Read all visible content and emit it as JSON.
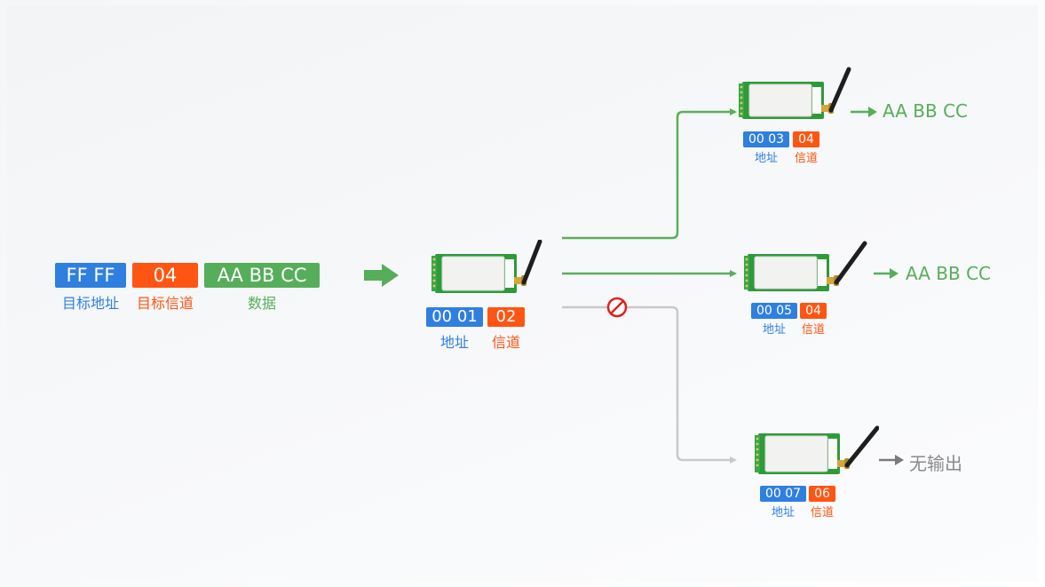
{
  "packet": {
    "address": "FF  FF",
    "address_caption": "目标地址",
    "channel": "04",
    "channel_caption": "目标信道",
    "data": "AA BB CC",
    "data_caption": "数据"
  },
  "sender": {
    "address": "00  01",
    "address_caption": "地址",
    "channel": "02",
    "channel_caption": "信道"
  },
  "receivers": [
    {
      "address": "00  03",
      "address_caption": "地址",
      "channel": "04",
      "channel_caption": "信道",
      "output": "AA BB CC",
      "status": "received"
    },
    {
      "address": "00  05",
      "address_caption": "地址",
      "channel": "04",
      "channel_caption": "信道",
      "output": "AA BB CC",
      "status": "received"
    },
    {
      "address": "00  07",
      "address_caption": "地址",
      "channel": "06",
      "channel_caption": "信道",
      "output": "无输出",
      "status": "blocked"
    }
  ],
  "colors": {
    "address": "#2f7fe0",
    "channel": "#ff5512",
    "data": "#56ae5a",
    "path_ok": "#5aaf5a",
    "path_blocked": "#c9c9c9",
    "blocked_icon": "#e02020"
  },
  "icons": {
    "send_arrow": "arrow-right-icon",
    "blocked": "no-entry-icon",
    "module": "lora-module-icon"
  }
}
